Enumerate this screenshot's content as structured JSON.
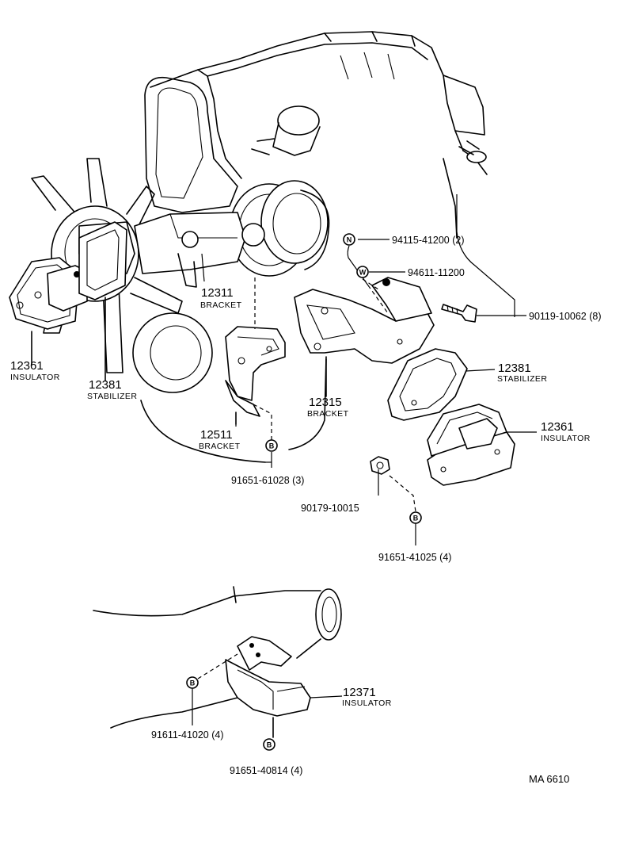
{
  "sheet_code": "MA 6610",
  "symbols": {
    "n": "N",
    "w": "W",
    "b": "B"
  },
  "labels": {
    "insulator_left": {
      "number": "12361",
      "name": "INSULATOR"
    },
    "stabilizer_left": {
      "number": "12381",
      "name": "STABILIZER"
    },
    "bracket_12311": {
      "number": "12311",
      "name": "BRACKET"
    },
    "bracket_12511": {
      "number": "12511",
      "name": "BRACKET"
    },
    "bracket_12315": {
      "number": "12315",
      "name": "BRACKET"
    },
    "stabilizer_right": {
      "number": "12381",
      "name": "STABILIZER"
    },
    "insulator_right": {
      "number": "12361",
      "name": "INSULATOR"
    },
    "insulator_rear": {
      "number": "12371",
      "name": "INSULATOR"
    }
  },
  "fasteners": {
    "nut_94115": "94115-41200 (2)",
    "washer_94611": "94611-11200",
    "bolt_90119": "90119-10062 (8)",
    "bolt_91651_61028": "91651-61028 (3)",
    "nut_90179": "90179-10015",
    "bolt_91651_41025": "91651-41025 (4)",
    "bolt_91611_41020": "91611-41020 (4)",
    "bolt_91651_40814": "91651-40814 (4)"
  }
}
